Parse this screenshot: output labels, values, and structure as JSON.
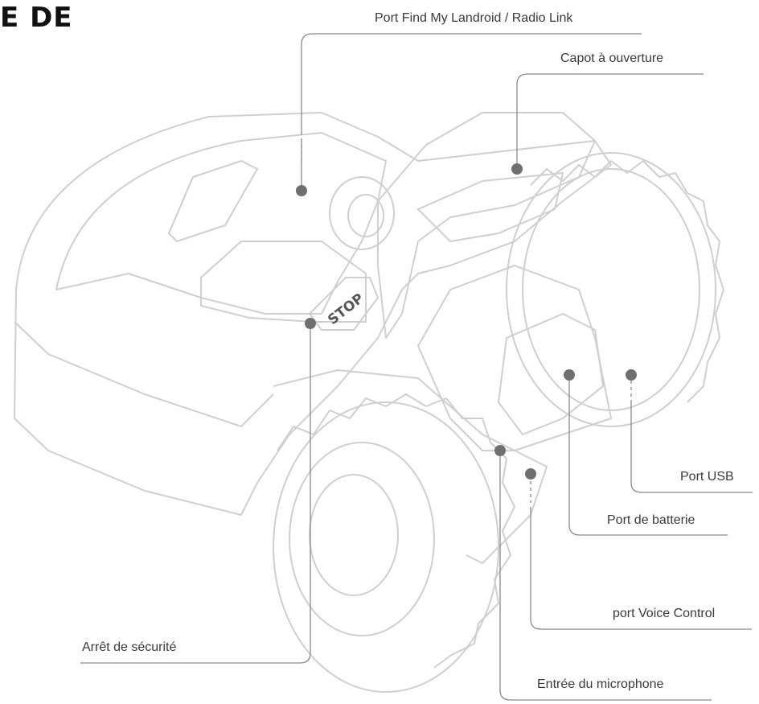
{
  "heading": "E DE",
  "robot": {
    "stop_text": "STOP"
  },
  "callouts": [
    {
      "id": "find-my",
      "label": "Port Find My Landroid / Radio Link"
    },
    {
      "id": "hood",
      "label": "Capot à ouverture"
    },
    {
      "id": "usb",
      "label": "Port USB"
    },
    {
      "id": "battery",
      "label": "Port de batterie"
    },
    {
      "id": "voice",
      "label": "port Voice Control"
    },
    {
      "id": "stop",
      "label": "Arrêt de sécurité"
    },
    {
      "id": "mic",
      "label": "Entrée du microphone"
    }
  ],
  "colors": {
    "line": "#8a8a8a",
    "outline": "#cfcfcf",
    "dot": "#6f6f6f",
    "text": "#3a3a3a"
  }
}
